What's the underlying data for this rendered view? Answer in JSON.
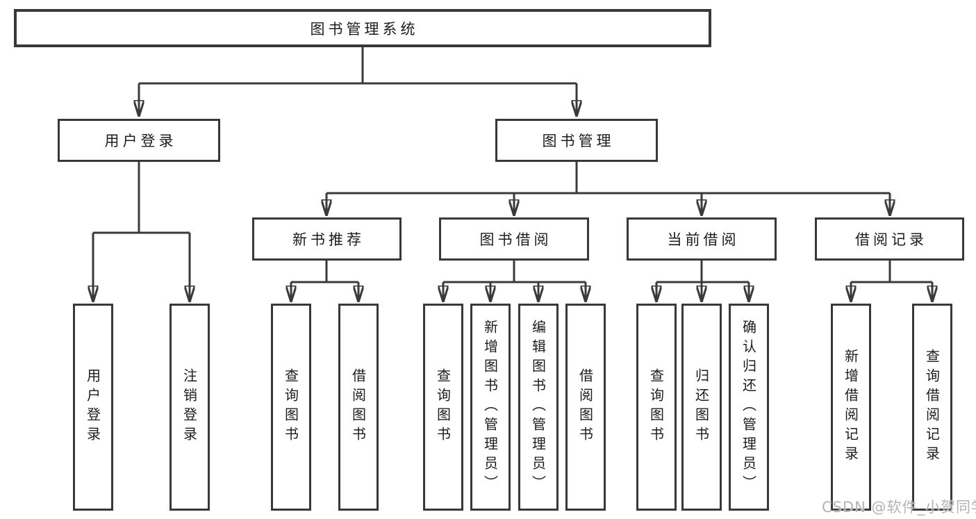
{
  "colors": {
    "line": "#3a3a3a",
    "border": "#383838",
    "text": "#1c1c1c",
    "watermark": "#b3b3b3",
    "background": "#ffffff"
  },
  "watermark": {
    "text": "CSDN @软件_小贺同学"
  },
  "tree": {
    "label": "图书管理系统",
    "children": [
      {
        "label": "用户登录",
        "children": [
          {
            "label": "用户登录"
          },
          {
            "label": "注销登录"
          }
        ]
      },
      {
        "label": "图书管理",
        "children": [
          {
            "label": "新书推荐",
            "children": [
              {
                "label": "查询图书"
              },
              {
                "label": "借阅图书"
              }
            ]
          },
          {
            "label": "图书借阅",
            "children": [
              {
                "label": "查询图书"
              },
              {
                "label": "新增图书（管理员）"
              },
              {
                "label": "编辑图书（管理员）"
              },
              {
                "label": "借阅图书"
              }
            ]
          },
          {
            "label": "当前借阅",
            "children": [
              {
                "label": "查询图书"
              },
              {
                "label": "归还图书"
              },
              {
                "label": "确认归还（管理员）"
              }
            ]
          },
          {
            "label": "借阅记录",
            "children": [
              {
                "label": "新增借阅记录"
              },
              {
                "label": "查询借阅记录"
              }
            ]
          }
        ]
      }
    ]
  }
}
